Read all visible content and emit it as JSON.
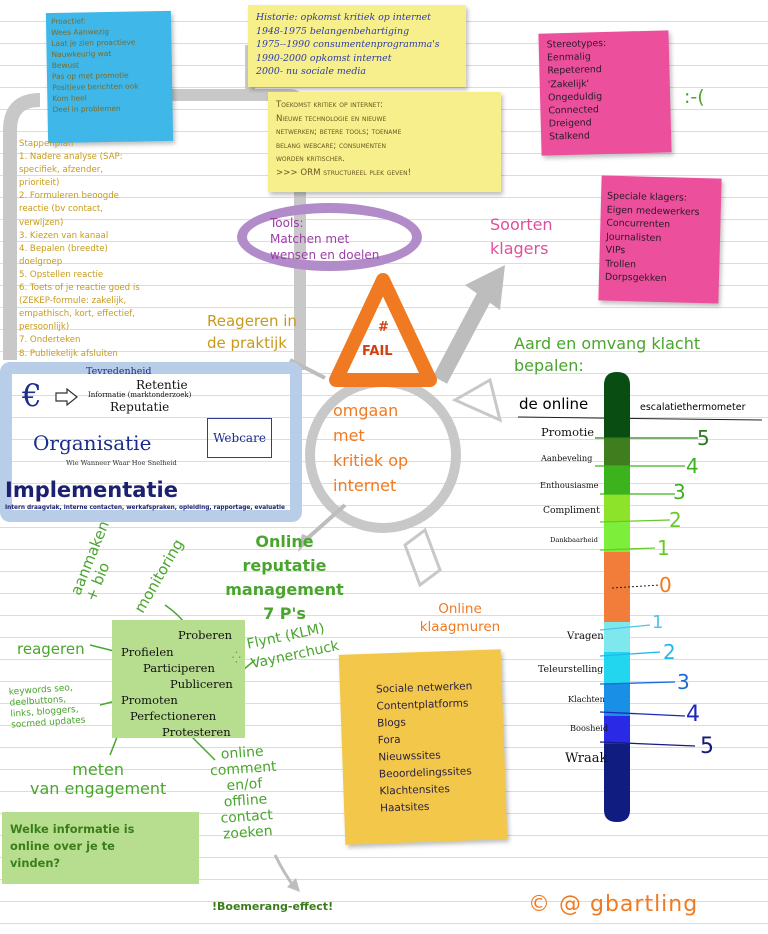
{
  "colors": {
    "accent_green": "#4aa52e",
    "accent_orange": "#f07a22",
    "accent_purple": "#9c3ea6",
    "note_yellow": "#f7ee8c",
    "note_pink": "#ec4f9b",
    "note_cyan": "#3fb7e8"
  },
  "cyan_note": "Proactief:\n    Wees Aanwezig\n Laat je zien proactieve\n    Nauwkeurig wat\n Bewust\n    Pas op met promotie\n Positieve berichten ook\n    Kom heel\n    Deel in problemen",
  "history_note": "Historie: opkomst kritiek op internet\n1948-1975 belangenbehartiging\n1975--1990 consumentenprogramma's\n1990-2000 opkomst internet\n2000- nu sociale media",
  "future_note": "Toekomst kritiek op internet:\nNieuwe technologie en nieuwe\nnetwerken; betere tools; toename\nbelang webcare; consumenten\nworden kritischer.\n>>> ORM structureel plek geven!",
  "stereotypes_note": "Stereotypes:\nEenmalig\nRepeterend\n'Zakelijk'\nOngeduldig\nConnected\nDreigend\nStalkend",
  "smiley": ":-(",
  "special_note": "Speciale klagers:\nEigen medewerkers\nConcurrenten\nJournalisten\nVIPs\nTrollen\nDorpsgekken",
  "tools": "Tools:\nMatchen met\nwensen en doelen",
  "soorten": "Soorten\nklagers",
  "stappenplan": "Stappenplan\n1. Nadere analyse (SAP:\nspecifiek, afzender,\nprioriteit)\n2. Formuleren beoogde\nreactie (bv contact,\nverwijzen)\n3. Kiezen van kanaal\n4. Bepalen (breedte)\ndoelgroep\n5. Opstellen reactie\n6. Toets of je reactie goed is\n(ZEKEP-formule: zakelijk,\nempathisch, kort, effectief,\npersoonlijk)\n7. Onderteken\n8. Publiekelijk afsluiten",
  "fail_hash": "#",
  "fail_text": "FAIL",
  "reageren_praktijk": "Reageren in\nde praktijk",
  "aard": "Aard en omvang klacht\nbepalen:",
  "de_online": "de online",
  "thermo_title": "escalatiethermometer",
  "org_box": {
    "euro": "€",
    "tevredenheid": "Tevredenheid",
    "retentie": "Retentie",
    "informatie": "Informatie (marktonderzoek)",
    "reputatie": "Reputatie",
    "organisatie": "Organisatie",
    "wie": "Wie Wanneer Waar Hoe Snelheid",
    "webcare": "Webcare",
    "implementatie": "Implementatie",
    "intern": "Intern draagvlak, interne contacten, werkafspraken, opleiding, rapportage, evaluatie"
  },
  "omgaan": "omgaan\nmet\nkritiek op\ninternet",
  "positive_levels": [
    {
      "label": "Promotie",
      "num": "5"
    },
    {
      "label": "Aanbeveling",
      "num": "4"
    },
    {
      "label": "Enthousiasme",
      "num": "3"
    },
    {
      "label": "Compliment",
      "num": "2"
    },
    {
      "label": "Dankbaarheid",
      "num": "1"
    }
  ],
  "zero": "0",
  "negative_levels": [
    {
      "label": "Vragen",
      "num": "1"
    },
    {
      "label": "Teleurstelling",
      "num": "2"
    },
    {
      "label": "Klachten",
      "num": "3"
    },
    {
      "label": "Boosheid",
      "num": "4"
    },
    {
      "label": "Wraak",
      "num": "5"
    }
  ],
  "orm": "Online\nreputatie\nmanagement\n7 P's",
  "aanmaken": "aanmaken\n+ bio",
  "monitoring": "monitoring",
  "seven_p": [
    "Proberen",
    "Profielen",
    "Participeren",
    "Publiceren",
    "Promoten",
    "Perfectioneren",
    "Protesteren"
  ],
  "reageren": "reageren",
  "flynt": "Flynt (KLM)\nVaynerchuck",
  "keywords": "keywords seo,\ndeelbuttons,\nlinks, bloggers,\nsocmed updates",
  "meten": "meten\nvan engagement",
  "online_comment": "online\ncomment\nen/of\noffline\ncontact\nzoeken",
  "klaagmuren": "Online\nklaagmuren",
  "klaag_list": "Sociale netwerken\nContentplatforms\nBlogs\nFora\nNieuwssites\nBeoordelingssites\nKlachtensites\nHaatsites",
  "welke": "Welke informatie is\nonline over je te\nvinden?",
  "boemerang": "!Boemerang-effect!",
  "signature": "© @ gbartling"
}
